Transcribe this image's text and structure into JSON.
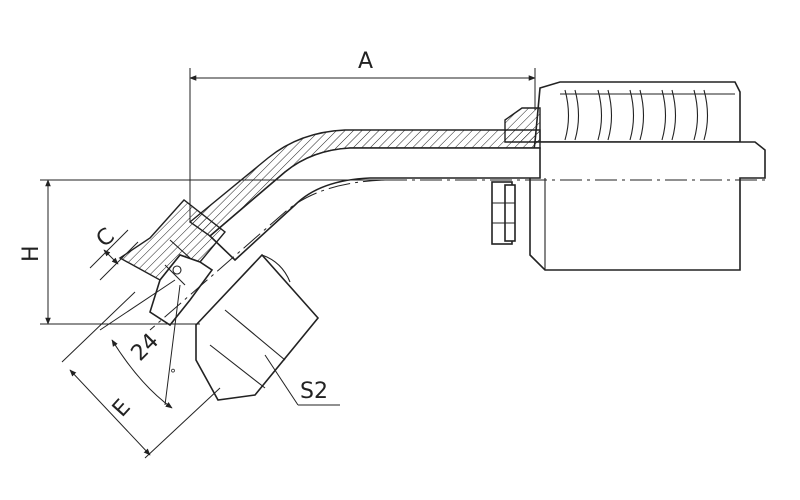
{
  "drawing": {
    "labels": {
      "a": "A",
      "h": "H",
      "c": "C",
      "e": "E",
      "angle": "24",
      "degree": "°",
      "s2": "S2"
    },
    "ink_color": "#222222",
    "background": "#ffffff"
  }
}
